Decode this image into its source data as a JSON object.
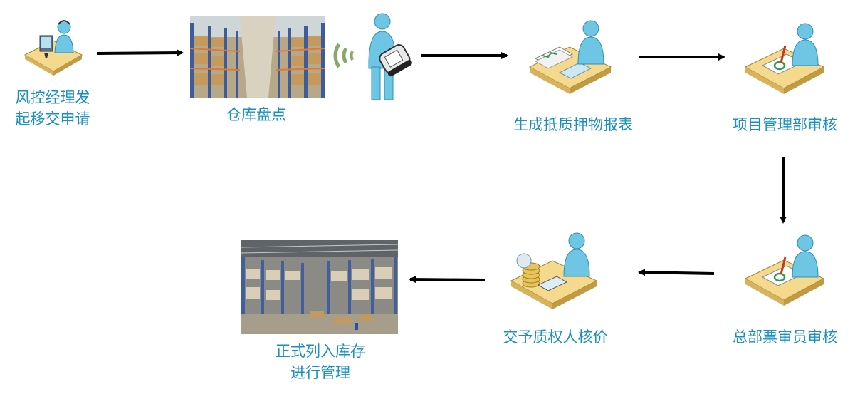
{
  "diagram": {
    "steps": [
      {
        "id": "s1",
        "lines": [
          "风控经理发",
          "起移交申请"
        ],
        "icon": "operator-at-computer-icon"
      },
      {
        "id": "s2",
        "lines": [
          "仓库盘点"
        ],
        "icon": "warehouse-photo"
      },
      {
        "id": "s3",
        "lines": [
          "生成抵质押物报表"
        ],
        "icon": "worker-with-report-icon"
      },
      {
        "id": "s4",
        "lines": [
          "项目管理部审核"
        ],
        "icon": "reviewer-signing-icon"
      },
      {
        "id": "s5",
        "lines": [
          "总部票审员审核"
        ],
        "icon": "reviewer-signing-icon"
      },
      {
        "id": "s6",
        "lines": [
          "交予质权人核价"
        ],
        "icon": "accountant-with-coins-icon"
      },
      {
        "id": "s7",
        "lines": [
          "正式列入库存",
          "进行管理"
        ],
        "icon": "warehouse-interior-photo"
      }
    ],
    "scanner_icon": "handheld-scanner-worker-icon",
    "colors": {
      "label": "#1a8fc2",
      "arrow": "#000000",
      "person": "#6ec6e4",
      "desk": "#f5d98c"
    }
  }
}
